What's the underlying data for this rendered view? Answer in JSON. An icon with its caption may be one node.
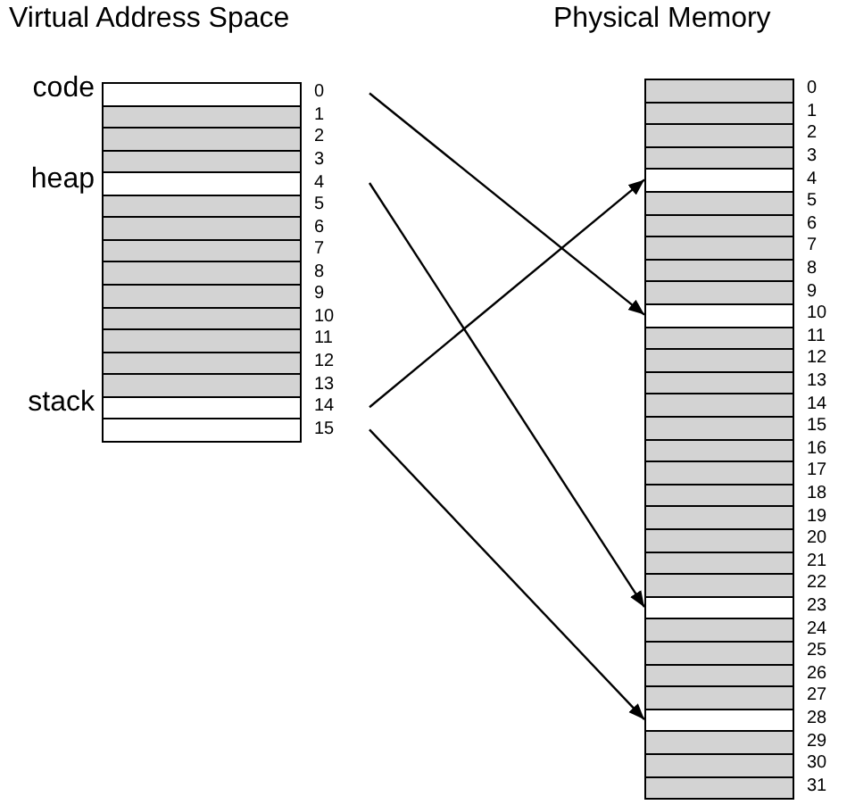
{
  "diagram": {
    "nodes": [
      {
        "text": [
          "Virtual Address Space"
        ]
      },
      {
        "text": [],
        "shape": "box",
        "in": 0,
        "beside": [
          "code",
          "0"
        ]
      },
      {
        "text": [],
        "shape": "box",
        "in": 0,
        "beside": [
          "1"
        ]
      },
      {
        "text": [],
        "shape": "box",
        "in": 0,
        "beside": [
          "2"
        ]
      },
      {
        "text": [],
        "shape": "box",
        "in": 0,
        "beside": [
          "3"
        ]
      },
      {
        "text": [],
        "shape": "box",
        "in": 0,
        "beside": [
          "heap",
          "4"
        ]
      },
      {
        "text": [],
        "shape": "box",
        "in": 0,
        "beside": [
          "5"
        ]
      },
      {
        "text": [],
        "shape": "box",
        "in": 0,
        "beside": [
          "6"
        ]
      },
      {
        "text": [],
        "shape": "box",
        "in": 0,
        "beside": [
          "7"
        ]
      },
      {
        "text": [],
        "shape": "box",
        "in": 0,
        "beside": [
          "8"
        ]
      },
      {
        "text": [],
        "shape": "box",
        "in": 0,
        "beside": [
          "9"
        ]
      },
      {
        "text": [],
        "shape": "box",
        "in": 0,
        "beside": [
          "10"
        ]
      },
      {
        "text": [],
        "shape": "box",
        "in": 0,
        "beside": [
          "11"
        ]
      },
      {
        "text": [],
        "shape": "box",
        "in": 0,
        "beside": [
          "12"
        ]
      },
      {
        "text": [],
        "shape": "box",
        "in": 0,
        "beside": [
          "13"
        ]
      },
      {
        "text": [],
        "shape": "box",
        "in": 0,
        "beside": [
          "stack",
          "14"
        ]
      },
      {
        "text": [],
        "shape": "box",
        "in": 0,
        "beside": [
          "15"
        ]
      },
      {
        "text": [
          "Physical Memory"
        ]
      },
      {
        "text": [],
        "shape": "box",
        "in": 17,
        "beside": [
          "0"
        ]
      },
      {
        "text": [],
        "shape": "box",
        "in": 17,
        "beside": [
          "1"
        ]
      },
      {
        "text": [],
        "shape": "box",
        "in": 17,
        "beside": [
          "2"
        ]
      },
      {
        "text": [],
        "shape": "box",
        "in": 17,
        "beside": [
          "3"
        ]
      },
      {
        "text": [],
        "shape": "box",
        "in": 17,
        "beside": [
          "4"
        ]
      },
      {
        "text": [],
        "shape": "box",
        "in": 17,
        "beside": [
          "5"
        ]
      },
      {
        "text": [],
        "shape": "box",
        "in": 17,
        "beside": [
          "6"
        ]
      },
      {
        "text": [],
        "shape": "box",
        "in": 17,
        "beside": [
          "7"
        ]
      },
      {
        "text": [],
        "shape": "box",
        "in": 17,
        "beside": [
          "8"
        ]
      },
      {
        "text": [],
        "shape": "box",
        "in": 17,
        "beside": [
          "9"
        ]
      },
      {
        "text": [],
        "shape": "box",
        "in": 17,
        "beside": [
          "10"
        ]
      },
      {
        "text": [],
        "shape": "box",
        "in": 17,
        "beside": [
          "11"
        ]
      },
      {
        "text": [],
        "shape": "box",
        "in": 17,
        "beside": [
          "12"
        ]
      },
      {
        "text": [],
        "shape": "box",
        "in": 17,
        "beside": [
          "13"
        ]
      },
      {
        "text": [],
        "shape": "box",
        "in": 17,
        "beside": [
          "14"
        ]
      },
      {
        "text": [],
        "shape": "box",
        "in": 17,
        "beside": [
          "15"
        ]
      },
      {
        "text": [],
        "shape": "box",
        "in": 17,
        "beside": [
          "16"
        ]
      },
      {
        "text": [],
        "shape": "box",
        "in": 17,
        "beside": [
          "17"
        ]
      },
      {
        "text": [],
        "shape": "box",
        "in": 17,
        "beside": [
          "18"
        ]
      },
      {
        "text": [],
        "shape": "box",
        "in": 17,
        "beside": [
          "19"
        ]
      },
      {
        "text": [],
        "shape": "box",
        "in": 17,
        "beside": [
          "20"
        ]
      },
      {
        "text": [],
        "shape": "box",
        "in": 17,
        "beside": [
          "21"
        ]
      },
      {
        "text": [],
        "shape": "box",
        "in": 17,
        "beside": [
          "22"
        ]
      },
      {
        "text": [],
        "shape": "box",
        "in": 17,
        "beside": [
          "23"
        ]
      },
      {
        "text": [],
        "shape": "box",
        "in": 17,
        "beside": [
          "24"
        ]
      },
      {
        "text": [],
        "shape": "box",
        "in": 17,
        "beside": [
          "25"
        ]
      },
      {
        "text": [],
        "shape": "box",
        "in": 17,
        "beside": [
          "26"
        ]
      },
      {
        "text": [],
        "shape": "box",
        "in": 17,
        "beside": [
          "27"
        ]
      },
      {
        "text": [],
        "shape": "box",
        "in": 17,
        "beside": [
          "28"
        ]
      },
      {
        "text": [],
        "shape": "box",
        "in": 17,
        "beside": [
          "29"
        ]
      },
      {
        "text": [],
        "shape": "box",
        "in": 17,
        "beside": [
          "30"
        ]
      },
      {
        "text": [],
        "shape": "box",
        "in": 17,
        "beside": [
          "31"
        ]
      }
    ],
    "edges": [
      {
        "from": 1,
        "to": 28,
        "arrow": "to"
      },
      {
        "from": 5,
        "to": 41,
        "arrow": "to"
      },
      {
        "from": 15,
        "to": 22,
        "arrow": "to"
      },
      {
        "from": 16,
        "to": 46,
        "arrow": "to"
      }
    ]
  }
}
